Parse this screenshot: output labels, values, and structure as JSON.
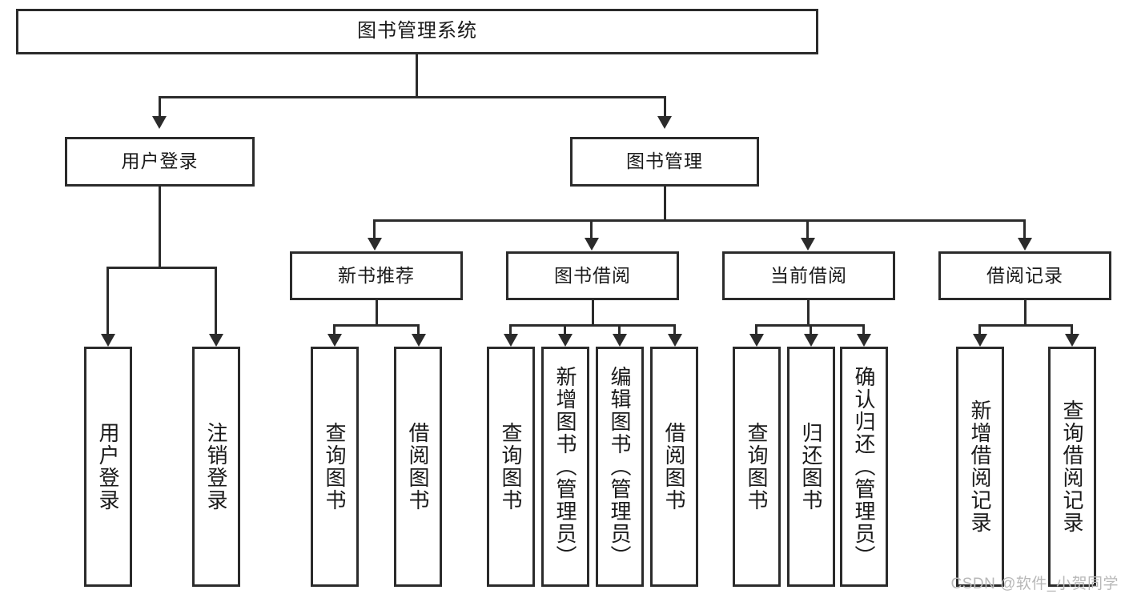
{
  "diagram": {
    "type": "tree",
    "title": "图书管理系统",
    "root": {
      "label": "图书管理系统"
    },
    "level2": [
      {
        "label": "用户登录"
      },
      {
        "label": "图书管理"
      }
    ],
    "level3": [
      {
        "label": "新书推荐"
      },
      {
        "label": "图书借阅"
      },
      {
        "label": "当前借阅"
      },
      {
        "label": "借阅记录"
      }
    ],
    "leaves": {
      "user_login": [
        {
          "label": "用户登录"
        },
        {
          "label": "注销登录"
        }
      ],
      "new_book_recommend": [
        {
          "label": "查询图书"
        },
        {
          "label": "借阅图书"
        }
      ],
      "book_borrow": [
        {
          "label": "查询图书"
        },
        {
          "label": "新增图书（管理员）"
        },
        {
          "label": "编辑图书（管理员）"
        },
        {
          "label": "借阅图书"
        }
      ],
      "current_borrow": [
        {
          "label": "查询图书"
        },
        {
          "label": "归还图书"
        },
        {
          "label": "确认归还（管理员）"
        }
      ],
      "borrow_record": [
        {
          "label": "新增借阅记录"
        },
        {
          "label": "查询借阅记录"
        }
      ]
    }
  },
  "watermark": {
    "text": "CSDN @软件_小贺同学"
  },
  "colors": {
    "stroke": "#2b2b2b",
    "fill": "#ffffff",
    "text": "#1a1a1a",
    "watermark": "#b8b8b8"
  }
}
